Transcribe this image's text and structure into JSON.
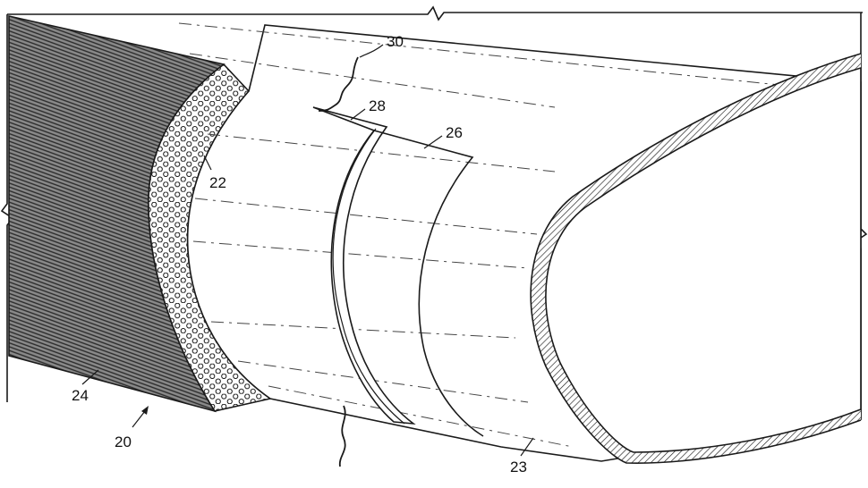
{
  "figure": {
    "labels": {
      "l20": "20",
      "l22": "22",
      "l23": "23",
      "l24": "24",
      "l26": "26",
      "l28": "28",
      "l30": "30"
    },
    "colors": {
      "line": "#1a1a1a",
      "fabric": "#6d6d6d",
      "core_fill": "#ffffff",
      "background": "#ffffff"
    }
  }
}
